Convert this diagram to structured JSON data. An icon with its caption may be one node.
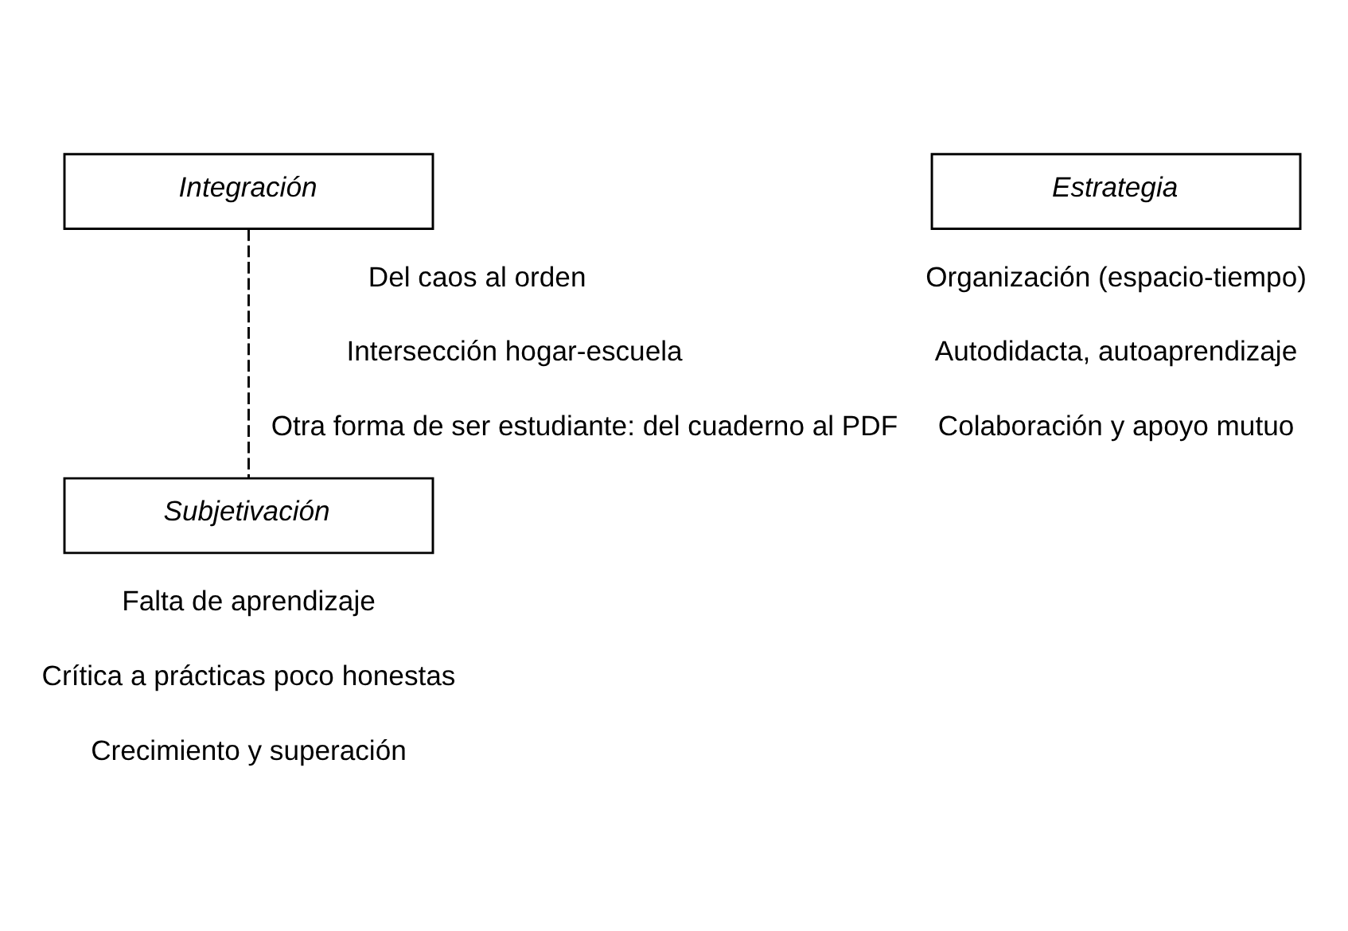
{
  "diagram": {
    "nodes": [
      {
        "text": [
          "Integración"
        ]
      },
      {
        "text": [
          "Estrategia"
        ]
      },
      {
        "text": [
          "Subjetivación"
        ]
      }
    ],
    "edges": [
      {
        "from": 0,
        "to": 2,
        "arrow": "none",
        "style": "dashed"
      }
    ],
    "labels": [
      "Del caos al orden",
      "Intersección hogar-escuela",
      "Otra forma de ser estudiante: del cuaderno al PDF",
      "Organización (espacio-tiempo)",
      "Autodidacta, autoaprendizaje",
      "Colaboración y apoyo mutuo",
      "Falta de aprendizaje",
      "Crítica a prácticas poco honestas",
      "Crecimiento y superación"
    ]
  }
}
